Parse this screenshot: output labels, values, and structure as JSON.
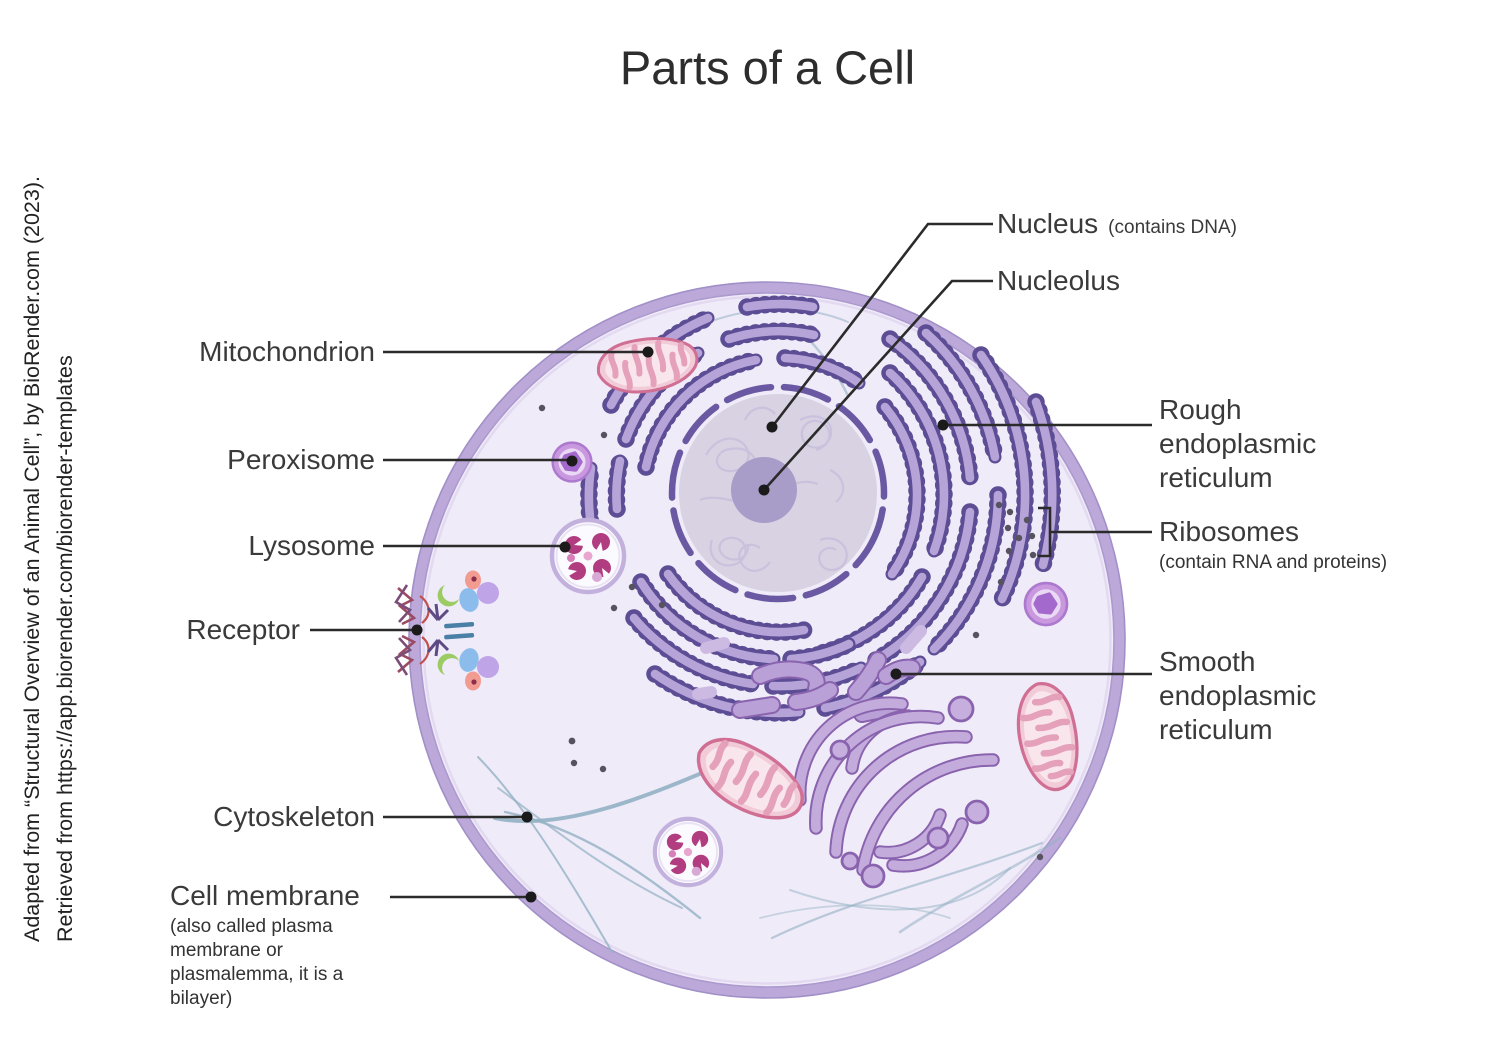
{
  "title": "Parts of a Cell",
  "attribution": {
    "line1": "Adapted from “Structural Overview of an Animal Cell”, by BioRender.com (2023).",
    "line2": "Retrieved from https://app.biorender.com/biorender-templates"
  },
  "labels": {
    "mitochondrion": "Mitochondrion",
    "peroxisome": "Peroxisome",
    "lysosome": "Lysosome",
    "receptor": "Receptor",
    "cytoskeleton": "Cytoskeleton",
    "cell_membrane": "Cell membrane",
    "cell_membrane_note": "(also called plasma membrane or plasmalemma, it is a bilayer)",
    "nucleus": "Nucleus",
    "nucleus_note": "(contains DNA)",
    "nucleolus": "Nucleolus",
    "rough_er": "Rough endoplasmic reticulum",
    "ribosomes": "Ribosomes",
    "ribosomes_note": "(contain RNA and proteins)",
    "smooth_er": "Smooth endoplasmic reticulum"
  },
  "palette": {
    "membrane_band": "#BCA9DA",
    "cytoplasm": "#EFEBF8",
    "rough_er_fill": "#B6A4D8",
    "rough_er_edge": "#5C4D95",
    "nucleus_fill": "#D8D2E3",
    "nucleolus_fill": "#A89CC9",
    "golgi_fill": "#C3ACDC",
    "golgi_edge": "#8A63AE",
    "mitochondrion_body": "#F2CBD8",
    "mitochondrion_edge": "#D06F93",
    "lysosome_bits": "#B13C80",
    "peroxisome_core": "#A469CC",
    "ribosome_dot": "#57525f",
    "cytoskeleton_line": "#93B1C4",
    "label_text": "#3a3a3a"
  }
}
